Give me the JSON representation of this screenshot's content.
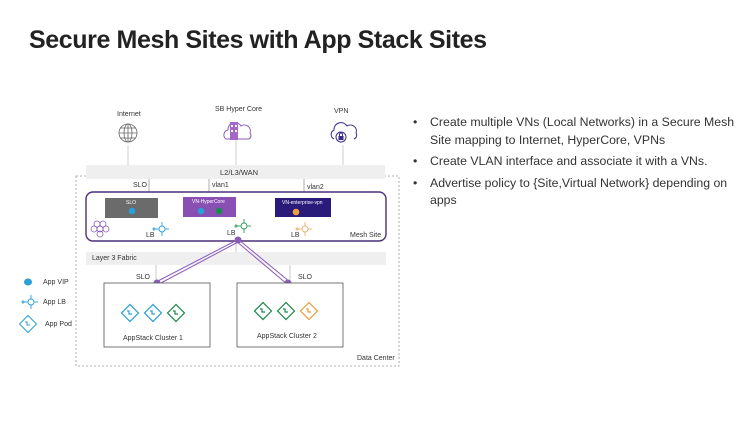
{
  "title": "Secure Mesh Sites with App Stack Sites",
  "diagram": {
    "top_nodes": [
      {
        "label": "Internet",
        "icon": "globe-icon"
      },
      {
        "label": "SB Hyper Core",
        "icon": "cloud-building-icon"
      },
      {
        "label": "VPN",
        "icon": "cloud-lock-icon"
      }
    ],
    "wan_bar": "L2/L3/WAN",
    "links": {
      "slo": "SLO",
      "vlan1": "vlan1",
      "vlan2": "vlan2"
    },
    "mesh_site": {
      "label": "Mesh Site",
      "networks": [
        {
          "label": "SLO",
          "color": "#6b6b6b",
          "vips": [
            "#2a9fd8"
          ]
        },
        {
          "label": "VN-HyperCore",
          "color": "#8a4fb3",
          "vips": [
            "#2a9fd8",
            "#1c8a4a"
          ]
        },
        {
          "label": "VN-enterprise-vpn",
          "color": "#2a1a7a",
          "vips": [
            "#f0a040"
          ]
        }
      ],
      "lbs": [
        {
          "label": "LB",
          "color": "#2a9fd8"
        },
        {
          "label": "LB",
          "color": "#2a9a5a"
        },
        {
          "label": "LB",
          "color": "#e8b070"
        }
      ]
    },
    "fabric_bar": "Layer 3 Fabric",
    "clusters": [
      {
        "label": "AppStack Cluster 1",
        "slo": "SLO",
        "pods": [
          "#2a9fd8",
          "#2a9fd8",
          "#1c8a4a"
        ]
      },
      {
        "label": "AppStack Cluster 2",
        "slo": "SLO",
        "pods": [
          "#1c8a4a",
          "#1c8a4a",
          "#e8a040"
        ]
      }
    ],
    "data_center_label": "Data Center",
    "colors": {
      "mesh_border": "#4a2f7a",
      "link": "#8a5cb8"
    }
  },
  "legend": [
    {
      "label": "App VIP",
      "icon": "app-vip-icon"
    },
    {
      "label": "App LB",
      "icon": "app-lb-icon"
    },
    {
      "label": "App Pod",
      "icon": "app-pod-icon"
    }
  ],
  "bullets": [
    "Create multiple VNs (Local Networks) in a Secure Mesh Site mapping to Internet, HyperCore, VPNs",
    "Create VLAN interface and associate it with a VNs.",
    "Advertise policy to {Site,Virtual Network} depending on apps"
  ],
  "bullet_char": "•"
}
